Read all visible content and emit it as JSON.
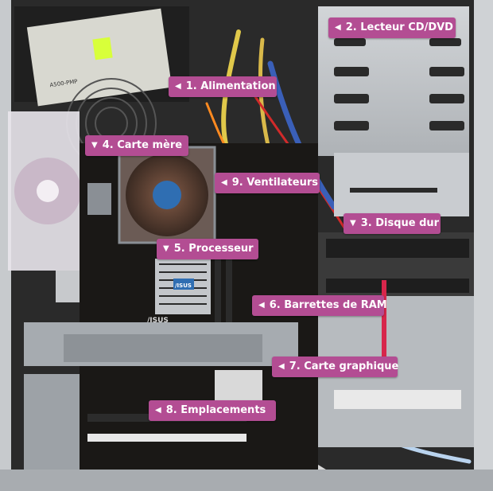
{
  "colors": {
    "label_background": "#b34d93",
    "label_text": "#ffffff"
  },
  "photo": {
    "psu_sticker_text": "A500-PMP",
    "motherboard_brand": "/ISUS",
    "cpu_cooler_brand": "/ISUS"
  },
  "labels": [
    {
      "id": "alimentation",
      "arrow": "left",
      "text": "1. Alimentation"
    },
    {
      "id": "lecteur-cd-dvd",
      "arrow": "left",
      "text": "2. Lecteur CD/DVD"
    },
    {
      "id": "disque-dur",
      "arrow": "down",
      "text": "3. Disque dur"
    },
    {
      "id": "carte-mere",
      "arrow": "down",
      "text": "4. Carte mère"
    },
    {
      "id": "processeur",
      "arrow": "down",
      "text": "5. Processeur"
    },
    {
      "id": "barrettes-de-ram",
      "arrow": "left",
      "text": "6. Barrettes de RAM"
    },
    {
      "id": "carte-graphique",
      "arrow": "left",
      "text": "7. Carte graphique"
    },
    {
      "id": "emplacements",
      "arrow": "left",
      "text": "8. Emplacements"
    },
    {
      "id": "ventilateurs",
      "arrow": "left",
      "text": "9. Ventilateurs"
    }
  ]
}
